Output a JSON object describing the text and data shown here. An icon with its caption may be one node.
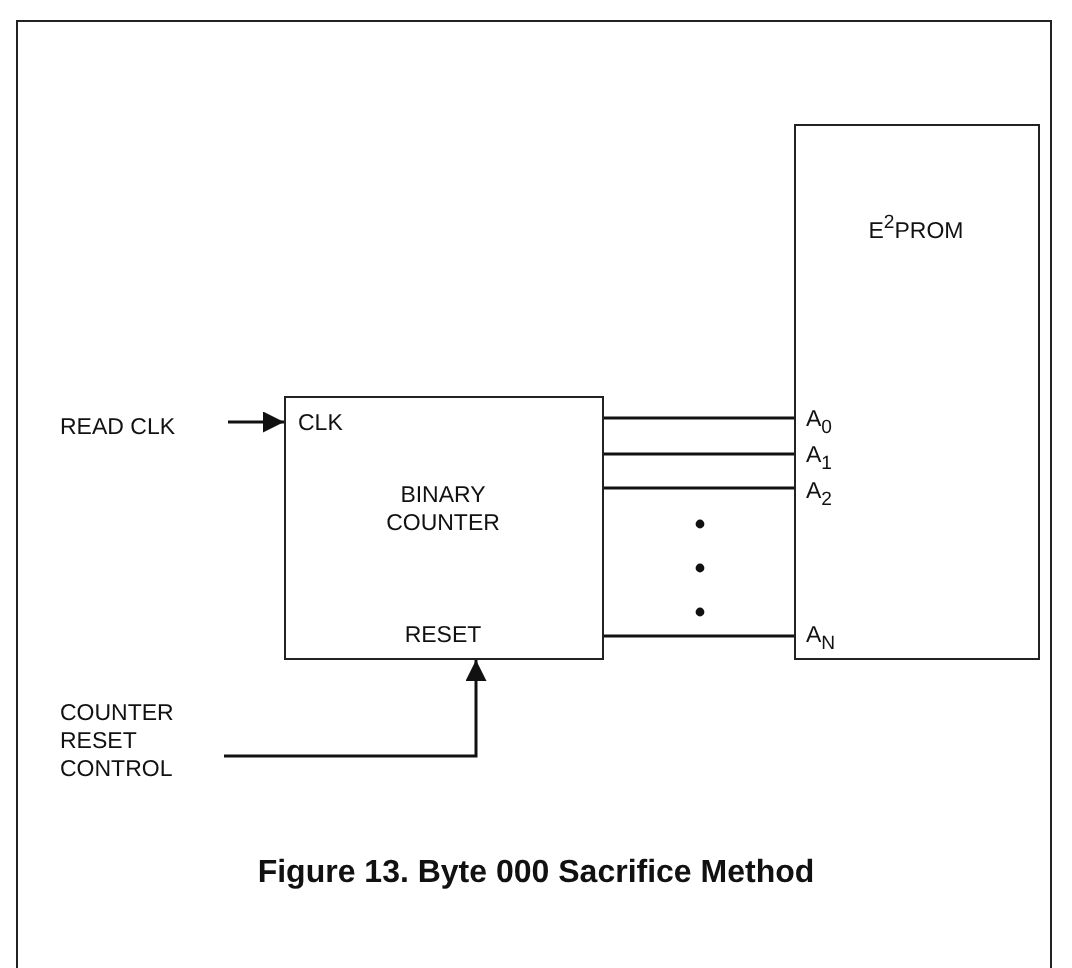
{
  "diagram": {
    "caption": "Figure 13. Byte 000 Sacrifice Method",
    "nodes": [
      {
        "text": [
          "E$^{2}$PROM",
          "A$_{0}$",
          "A$_{1}$",
          "A$_{2}$",
          "A$_{N}$"
        ]
      },
      {
        "text": [
          "READ CLK"
        ]
      },
      {
        "text": [
          "CLK",
          "BINARY COUNTER",
          "RESET"
        ]
      },
      {
        "text": [
          "COUNTER RESET CONTROL"
        ]
      }
    ],
    "edges": [
      {
        "from": 1,
        "to": 2,
        "arrow": "to"
      },
      {
        "from": 2,
        "to": 0,
        "arrow": "none"
      },
      {
        "from": 2,
        "to": 0,
        "arrow": "none"
      },
      {
        "from": 2,
        "to": 0,
        "arrow": "none"
      },
      {
        "from": 2,
        "to": 0,
        "arrow": "none"
      },
      {
        "from": 3,
        "to": 2,
        "arrow": "to"
      }
    ]
  }
}
